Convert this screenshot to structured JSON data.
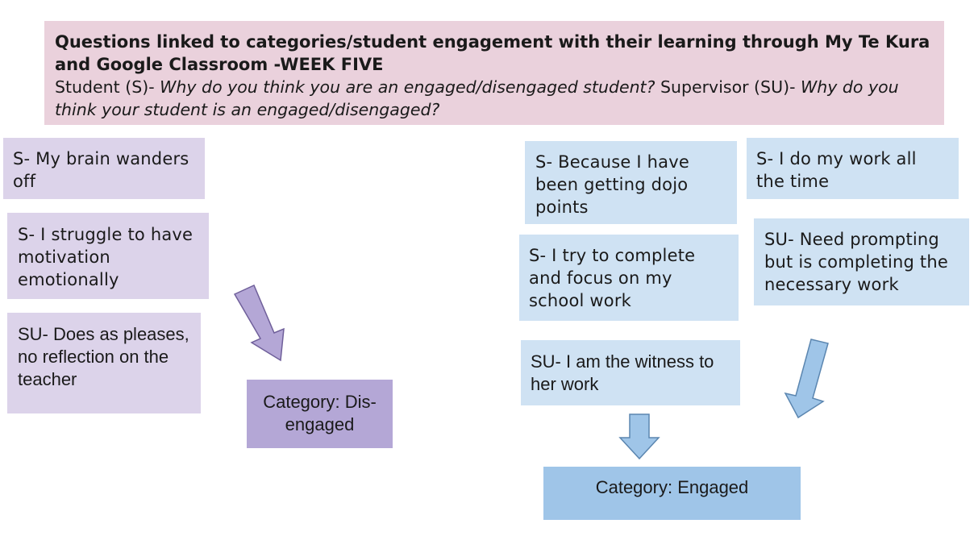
{
  "header": {
    "title": "Questions linked to categories/student engagement with their learning through My Te Kura and Google Classroom -WEEK FIVE",
    "student_prefix": "Student (S)- ",
    "student_question": "Why do you think you are an engaged/disengaged student?",
    "supervisor_prefix": " Supervisor (SU)- ",
    "supervisor_question": "Why do you think your student is an engaged/disengaged?"
  },
  "disengaged": {
    "responses": [
      "S- My brain wanders off",
      "S- I struggle to have motivation emotionally",
      "SU- Does as pleases, no reflection on the teacher"
    ],
    "category": "Category: Dis-engaged",
    "color": "#b4a7d6",
    "box_color": "#dcd3ea"
  },
  "engaged": {
    "responses": [
      "S- Because I have been getting dojo points",
      "S- I do my work all the time",
      "S- I try to complete and focus on my school work",
      "SU- Need prompting but is completing the necessary work",
      "SU- I am the witness to her work"
    ],
    "category": "Category: Engaged",
    "color": "#9fc5e8",
    "box_color": "#cfe2f3"
  },
  "header_color": "#ead1dc"
}
